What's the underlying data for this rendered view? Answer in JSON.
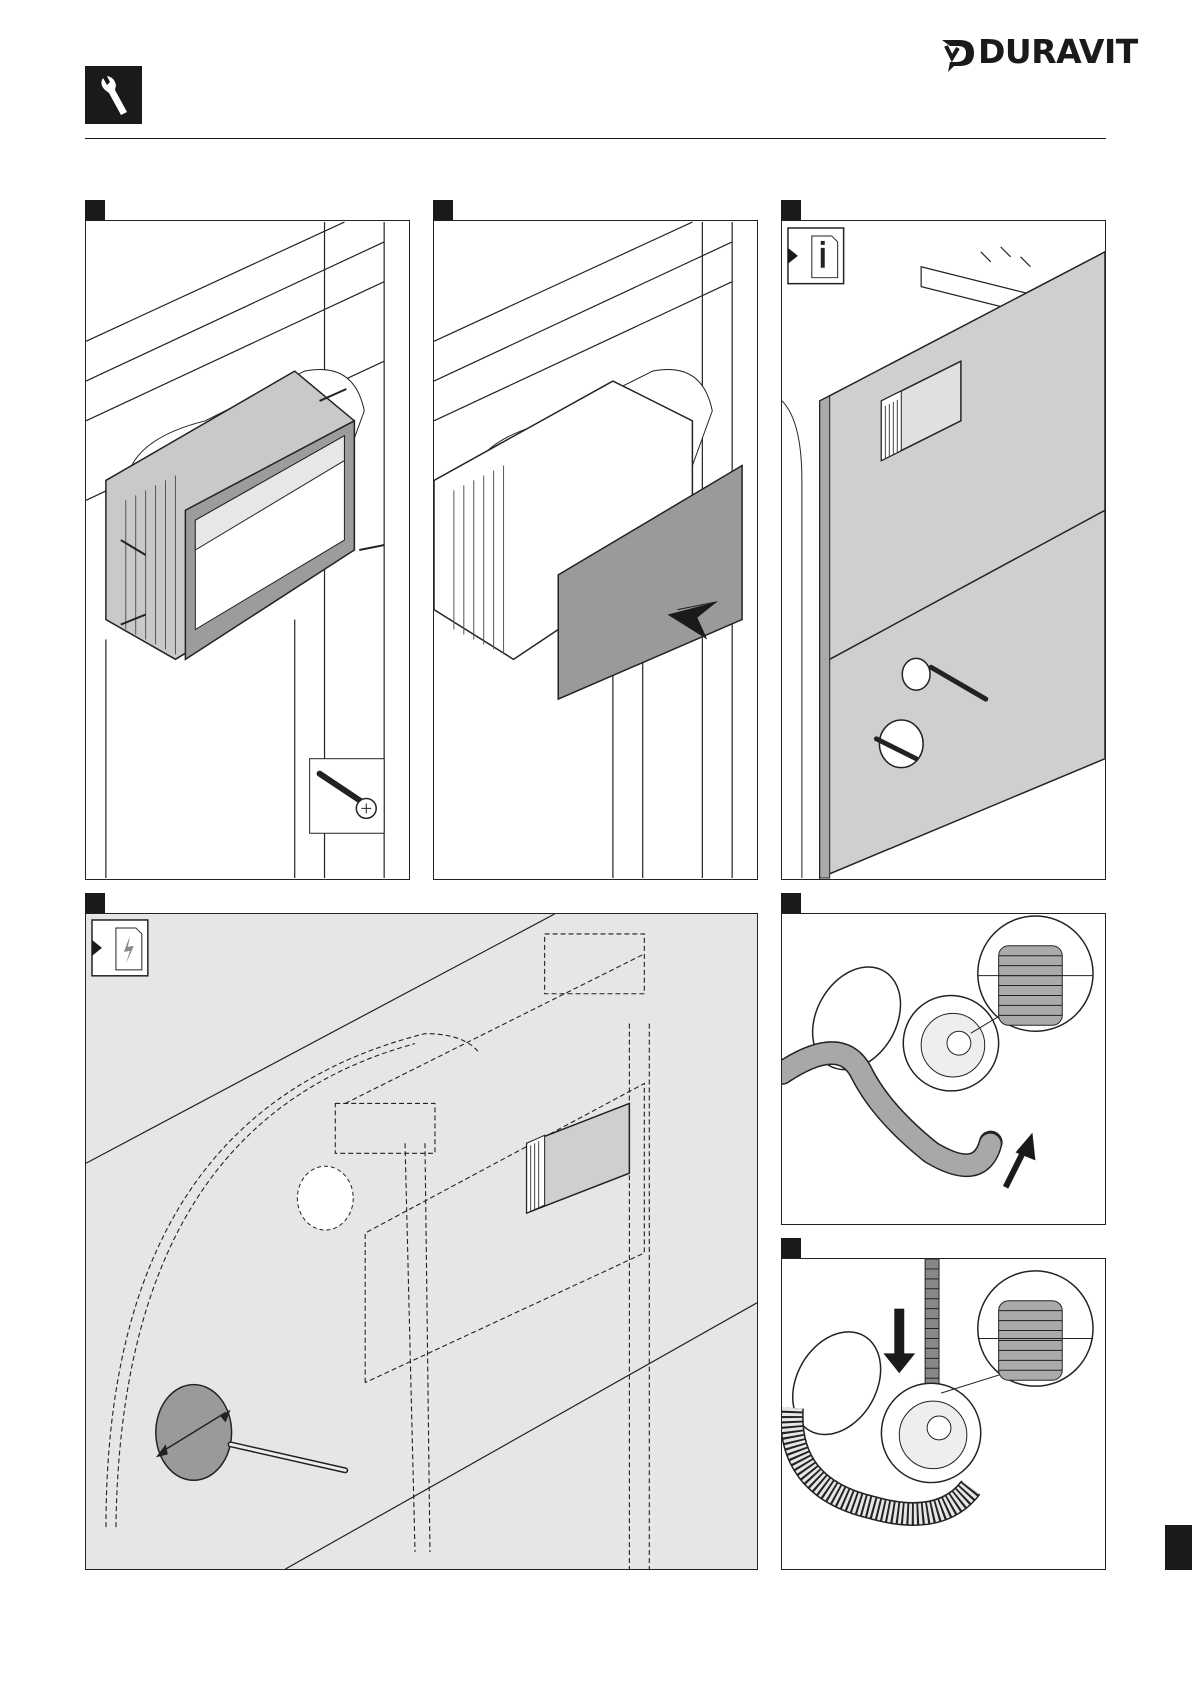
{
  "header": {
    "brand_name": "DURAVIT",
    "section_icon": "wrench-icon"
  },
  "steps": [
    {
      "id": "screw-mounting-box",
      "icons": [
        "screw-icon"
      ]
    },
    {
      "id": "attach-cover-plate",
      "icons": [
        "arrow-icon"
      ]
    },
    {
      "id": "install-wall-panel",
      "icons": [
        "info-icon"
      ]
    },
    {
      "id": "mark-and-cut-hole",
      "icons": [
        "electric-warning-icon",
        "pencil-icon"
      ]
    },
    {
      "id": "insert-conduit",
      "icons": [
        "arrow-icon",
        "magnifier-icon"
      ]
    },
    {
      "id": "push-conduit-into-socket",
      "icons": [
        "arrow-down-icon",
        "magnifier-icon"
      ]
    }
  ],
  "colors": {
    "ink": "#1a1a1a",
    "panel_gray": "#b5b5b5",
    "wall_gray": "#e4e4e4",
    "paper": "#ffffff"
  }
}
